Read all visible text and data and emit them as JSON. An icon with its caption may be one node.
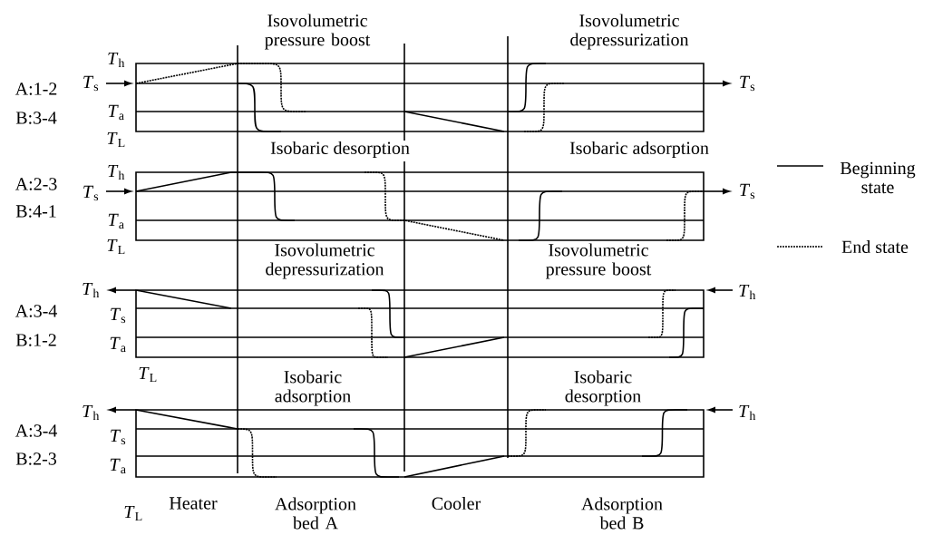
{
  "diagram": {
    "labels": [
      "Isovolumetric pressure boost",
      "Isovolumetric depressurization",
      "*T*$_{h}$",
      "A:1-2",
      "*T*$_{s}$",
      "*T*$_{s}$",
      "B:3-4",
      "*T*$_{a}$",
      "*T*$_{L}$",
      "Isobaric desorption",
      "Isobaric adsorption",
      "*T*$_{h}$",
      "A:2-3",
      "*T*$_{s}$",
      "*T*$_{s}$",
      "B:4-1",
      "*T*$_{a}$",
      "*T*$_{L}$",
      "Isovolumetric depressurization",
      "Isovolumetric pressure boost",
      "*T*$_{h}$",
      "*T*$_{h}$",
      "A:3-4",
      "*T*$_{s}$",
      "B:1-2",
      "*T*$_{a}$",
      "*T*$_{L}$",
      "Isobaric adsorption",
      "Isobaric desorption",
      "*T*$_{h}$",
      "*T*$_{h}$",
      "A:3-4",
      "*T*$_{s}$",
      "B:2-3",
      "*T*$_{a}$",
      "*T*$_{L}$",
      "Heater",
      "Adsorption bed A",
      "Cooler",
      "Adsorption bed B"
    ],
    "legend": [
      {
        "text": "Beginning state"
      },
      {
        "text": "End state"
      }
    ]
  }
}
